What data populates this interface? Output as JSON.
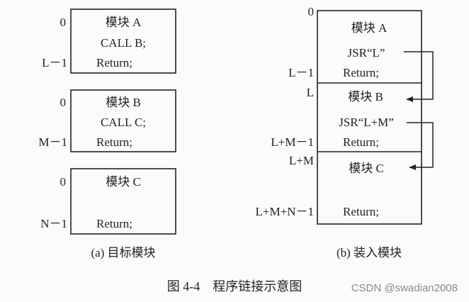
{
  "left": {
    "caption": "(a) 目标模块",
    "modules": [
      {
        "title": "模块 A",
        "line2": "CALL B;",
        "ret": "Return;",
        "start": "0",
        "end": "L－1"
      },
      {
        "title": "模块 B",
        "line2": "CALL C;",
        "ret": "Return;",
        "start": "0",
        "end": "M－1"
      },
      {
        "title": "模块 C",
        "line2": "",
        "ret": "Return;",
        "start": "0",
        "end": "N－1"
      }
    ]
  },
  "right": {
    "caption": "(b) 装入模块",
    "labels": {
      "a_start": "0",
      "a_end": "L－1",
      "b_start": "L",
      "b_end": "L+M－1",
      "c_start": "L+M",
      "c_end": "L+M+N－1"
    },
    "module_a": {
      "title": "模块 A",
      "jsr": "JSR“L”",
      "ret": "Return;"
    },
    "module_b": {
      "title": "模块 B",
      "jsr": "JSR“L+M”",
      "ret": "Return;"
    },
    "module_c": {
      "title": "模块 C",
      "ret": "Return;"
    }
  },
  "figure_caption": "图 4-4    程序链接示意图",
  "watermark": "CSDN @swadian2008"
}
